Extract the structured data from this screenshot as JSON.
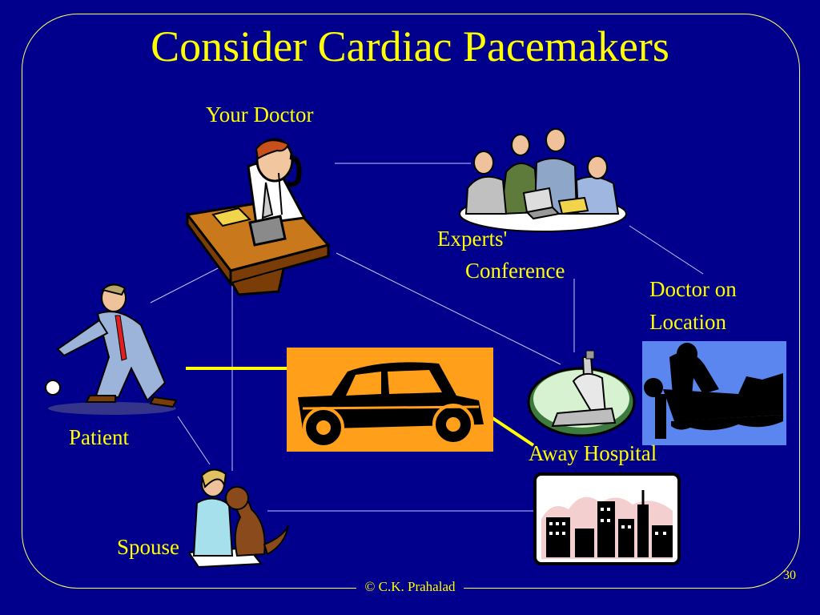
{
  "title": "Consider Cardiac Pacemakers",
  "nodes": {
    "your_doctor": "Your Doctor",
    "experts_line1": "Experts'",
    "experts_line2": "Conference",
    "doctor_on_location_line1": "Doctor on",
    "doctor_on_location_line2": "Location",
    "patient": "Patient",
    "away_hospital": "Away Hospital",
    "spouse": "Spouse"
  },
  "footer": {
    "copyright": "© C.K. Prahalad",
    "page_number": "30"
  },
  "colors": {
    "background": "#00008c",
    "text": "#ffff00",
    "connector": "#c8c8ff",
    "highlight_connector": "#ffff00"
  }
}
